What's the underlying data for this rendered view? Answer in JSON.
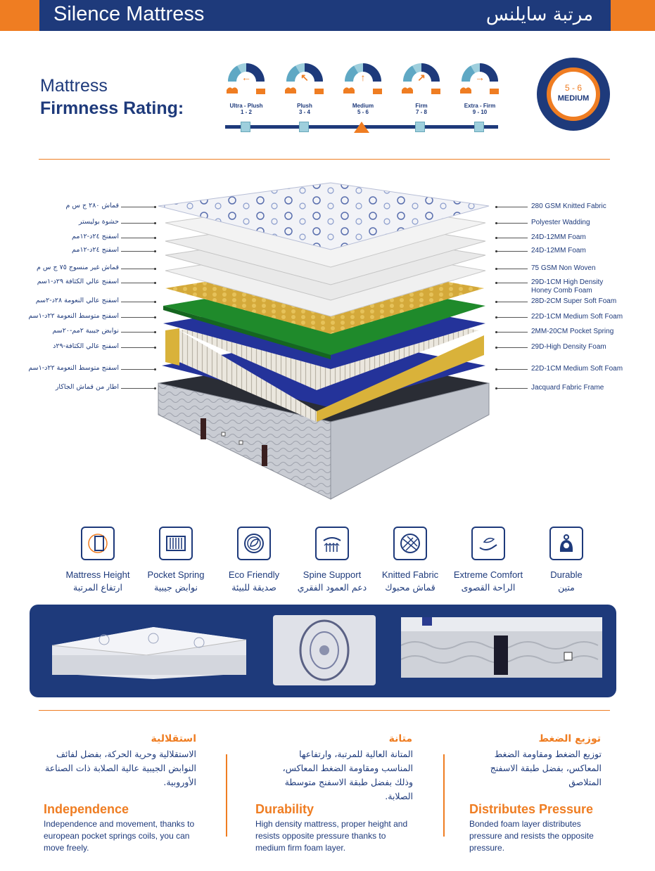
{
  "header": {
    "title": "Silence Mattress",
    "title_ar": "مرتبة  سايلنس"
  },
  "firmness": {
    "title_line1": "Mattress",
    "title_line2": "Firmness Rating:",
    "levels": [
      {
        "name": "Ultra - Plush",
        "range": "1 - 2",
        "arrow": "←"
      },
      {
        "name": "Plush",
        "range": "3 - 4",
        "arrow": "↖"
      },
      {
        "name": "Medium",
        "range": "5 - 6",
        "arrow": "↑"
      },
      {
        "name": "Firm",
        "range": "7 - 8",
        "arrow": "↗"
      },
      {
        "name": "Extra - Firm",
        "range": "9 - 10",
        "arrow": "→"
      }
    ],
    "badge_range": "5 - 6",
    "badge_label": "MEDIUM"
  },
  "layers": [
    {
      "ar": "قماش ٢٨٠ ج س م",
      "en": "280 GSM Knitted Fabric"
    },
    {
      "ar": "حشوة  بوليستر",
      "en": "Polyester Wadding"
    },
    {
      "ar": "اسفنج ٢٤د-١٢مم",
      "en": "24D-12MM Foam"
    },
    {
      "ar": "اسفنج ٢٤د-١٢مم",
      "en": "24D-12MM Foam"
    },
    {
      "ar": "قماش غير منسوج ٧٥ ج س م",
      "en": "75 GSM Non Woven"
    },
    {
      "ar": "اسفنج عالي الكثافة ٢٩د-١سم",
      "en": "29D-1CM High Density\nHoney Comb Foam"
    },
    {
      "ar": "اسفنج عالي النعومة ٢٨د-٢سم",
      "en": "28D-2CM Super Soft Foam"
    },
    {
      "ar": "اسفنج متوسط النعومة ٢٢د-١سم",
      "en": "22D-1CM Medium Soft Foam"
    },
    {
      "ar": "نوابض جيبية ٢مم-٢٠سم",
      "en": "2MM-20CM Pocket Spring"
    },
    {
      "ar": "اسفنج عالي الكثافة-٢٩د",
      "en": "29D-High Density Foam"
    },
    {
      "ar": "اسفنج متوسط النعومة ٢٢د-١سم",
      "en": "22D-1CM Medium Soft Foam"
    },
    {
      "ar": "اطار من قماش الجاكار",
      "en": "Jacquard Fabric Frame"
    }
  ],
  "features": [
    {
      "en": "Mattress Height",
      "ar": "ارتفاع المرتبة",
      "icon": "mattress-height-icon"
    },
    {
      "en": "Pocket Spring",
      "ar": "نوابض جيبية",
      "icon": "pocket-spring-icon"
    },
    {
      "en": "Eco Friendly",
      "ar": "صديقة للبيئة",
      "icon": "eco-leaf-icon"
    },
    {
      "en": "Spine Support",
      "ar": "دعم العمود الفقري",
      "icon": "spine-support-icon"
    },
    {
      "en": "Knitted Fabric",
      "ar": "قماش محبوك",
      "icon": "knitted-fabric-icon"
    },
    {
      "en": "Extreme Comfort",
      "ar": "الراحة القصوى",
      "icon": "comfort-hand-icon"
    },
    {
      "en": "Durable",
      "ar": "متين",
      "icon": "durable-weight-icon"
    }
  ],
  "columns": [
    {
      "ar_title": "استقلالية",
      "ar_text": "الاستقلالية وحرية الحركة، بفضل لفائف النوابض الجيبية عالية الصلابة ذات الصناعة الأوروبية.",
      "en_title": "Independence",
      "en_text": "Independence and movement, thanks to european pocket springs coils, you can move freely."
    },
    {
      "ar_title": "متانة",
      "ar_text": "المتانة العالية للمرتبة، وارتفاعها المناسب ومقاومة الضغط المعاكس، وذلك بفضل طبقة الاسفنج متوسطة الصلابة.",
      "en_title": "Durability",
      "en_text": "High density mattress, proper height and resists opposite pressure thanks to medium firm foam layer."
    },
    {
      "ar_title": "توزيع الضغط",
      "ar_text": "توزيع الضغط ومقاومة الضغط المعاكس، بفضل طبقة الاسفنج المتلاصق",
      "en_title": "Distributes Pressure",
      "en_text": "Bonded foam layer distributes pressure and resists the opposite pressure."
    }
  ],
  "colors": {
    "brand_blue": "#1e3a7b",
    "accent_orange": "#ef7d22",
    "foam_green": "#1f8a2b",
    "foam_blue": "#24339a",
    "foam_yellow": "#d9b23a"
  }
}
